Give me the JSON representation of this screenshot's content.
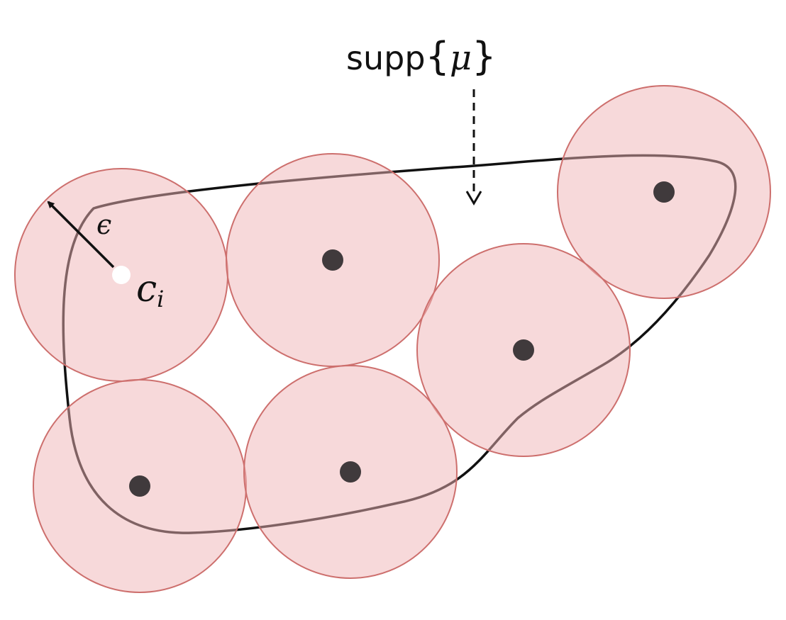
{
  "title": {
    "prefix": "supp",
    "open_brace": "{",
    "symbol": "μ",
    "close_brace": "}"
  },
  "radius_label": "ϵ",
  "center_label": {
    "base": "c",
    "subscript": "i"
  },
  "colors": {
    "ball_fill": "#f3c5c7",
    "ball_stroke": "#cd6f6d",
    "support_curve": "#111111",
    "center_dot": "#403a3c",
    "highlighted_center": "#ffffff",
    "arrow": "#111111"
  }
}
